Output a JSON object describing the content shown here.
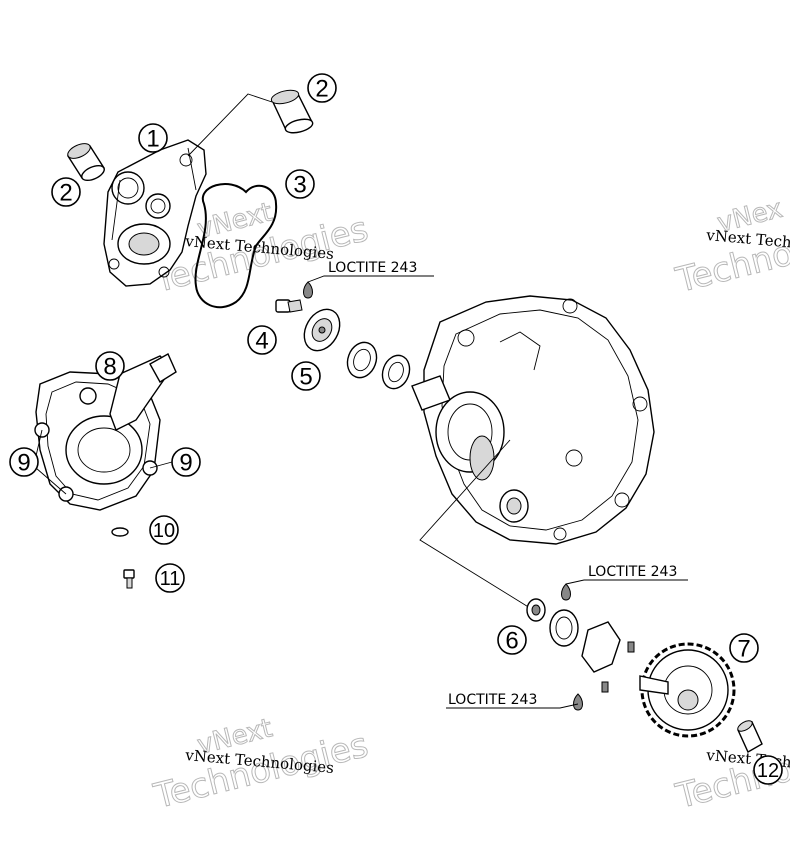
{
  "callouts": {
    "c1": "1",
    "c2a": "2",
    "c2b": "2",
    "c3": "3",
    "c4": "4",
    "c5": "5",
    "c6": "6",
    "c7": "7",
    "c8": "8",
    "c9a": "9",
    "c9b": "9",
    "c10": "10",
    "c11": "11",
    "c12": "12"
  },
  "loctite": {
    "label_1": "LOCTITE 243",
    "label_2": "LOCTITE 243",
    "label_3": "LOCTITE 243"
  },
  "watermarks": {
    "company_1": "vNext Technologies",
    "outline_1": "Technologies",
    "outline_1b": "vNext",
    "company_2": "vNext Technologies",
    "outline_2": "Techno",
    "outline_2b": "vNex",
    "company_3": "vNext Technologies",
    "outline_3": "Technologies",
    "outline_3b": "vNext",
    "company_4": "vNext Techno",
    "outline_4": "Techno"
  }
}
